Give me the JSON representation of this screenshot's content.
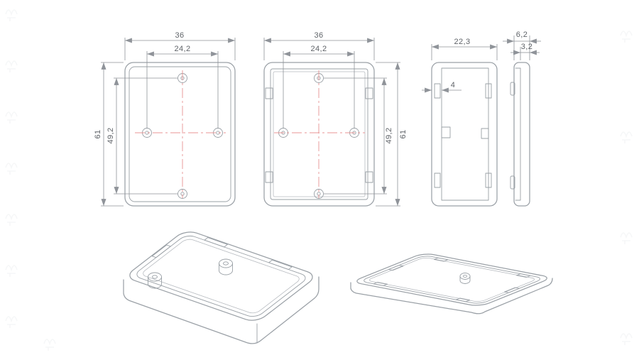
{
  "page": {
    "background_color": "#ffffff"
  },
  "drawing": {
    "colors": {
      "outline": "#9aa0a6",
      "dimension_line": "#8f9399",
      "dimension_text": "#5f6368",
      "centerline": "#e89494"
    },
    "views": {
      "bottom_view": {
        "dims": {
          "overall_width": "36",
          "hole_pitch_width": "24,2",
          "overall_height": "61",
          "hole_pitch_height": "49,2"
        }
      },
      "inside_view": {
        "dims": {
          "overall_width": "36",
          "hole_pitch_width": "24,2",
          "overall_height": "61",
          "hole_pitch_height": "49,2"
        }
      },
      "side_view": {
        "dims": {
          "overall_depth": "22,3",
          "wall_offset": "4"
        }
      },
      "lid_section_view": {
        "dims": {
          "overall_thickness": "6,2",
          "lip_thickness": "3,2"
        }
      }
    }
  }
}
